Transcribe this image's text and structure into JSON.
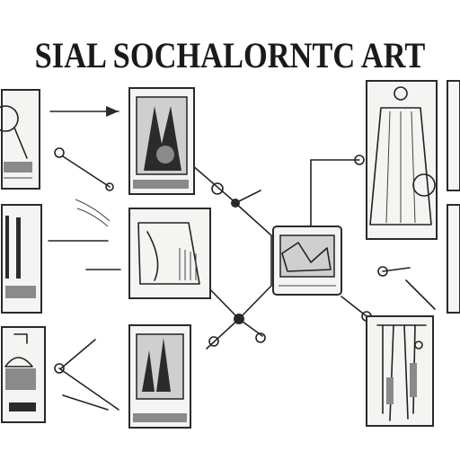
{
  "title": "SIAL SOCHALORNTC ART",
  "colors": {
    "ink": "#222222",
    "paper": "#ffffff",
    "frame_fill": "#f4f4f2"
  },
  "panels": [
    {
      "name": "magnifier-panel",
      "icon": "magnifier-icon"
    },
    {
      "name": "tools-panel",
      "icon": "tools-icon"
    },
    {
      "name": "workshop-panel",
      "icon": "workshop-icon"
    },
    {
      "name": "portrait-frame-panel",
      "icon": "portrait-icon"
    },
    {
      "name": "tent-sketch-panel",
      "icon": "tent-sketch-icon"
    },
    {
      "name": "easel-panel",
      "icon": "easel-icon"
    },
    {
      "name": "central-artwork-panel",
      "icon": "artwork-icon"
    },
    {
      "name": "robe-figure-panel",
      "icon": "robe-figure-icon"
    },
    {
      "name": "hanging-tools-panel",
      "icon": "hanging-tools-icon"
    },
    {
      "name": "right-edge-panel-top",
      "icon": "frame-icon"
    },
    {
      "name": "right-edge-panel-bottom",
      "icon": "frame-icon"
    }
  ]
}
